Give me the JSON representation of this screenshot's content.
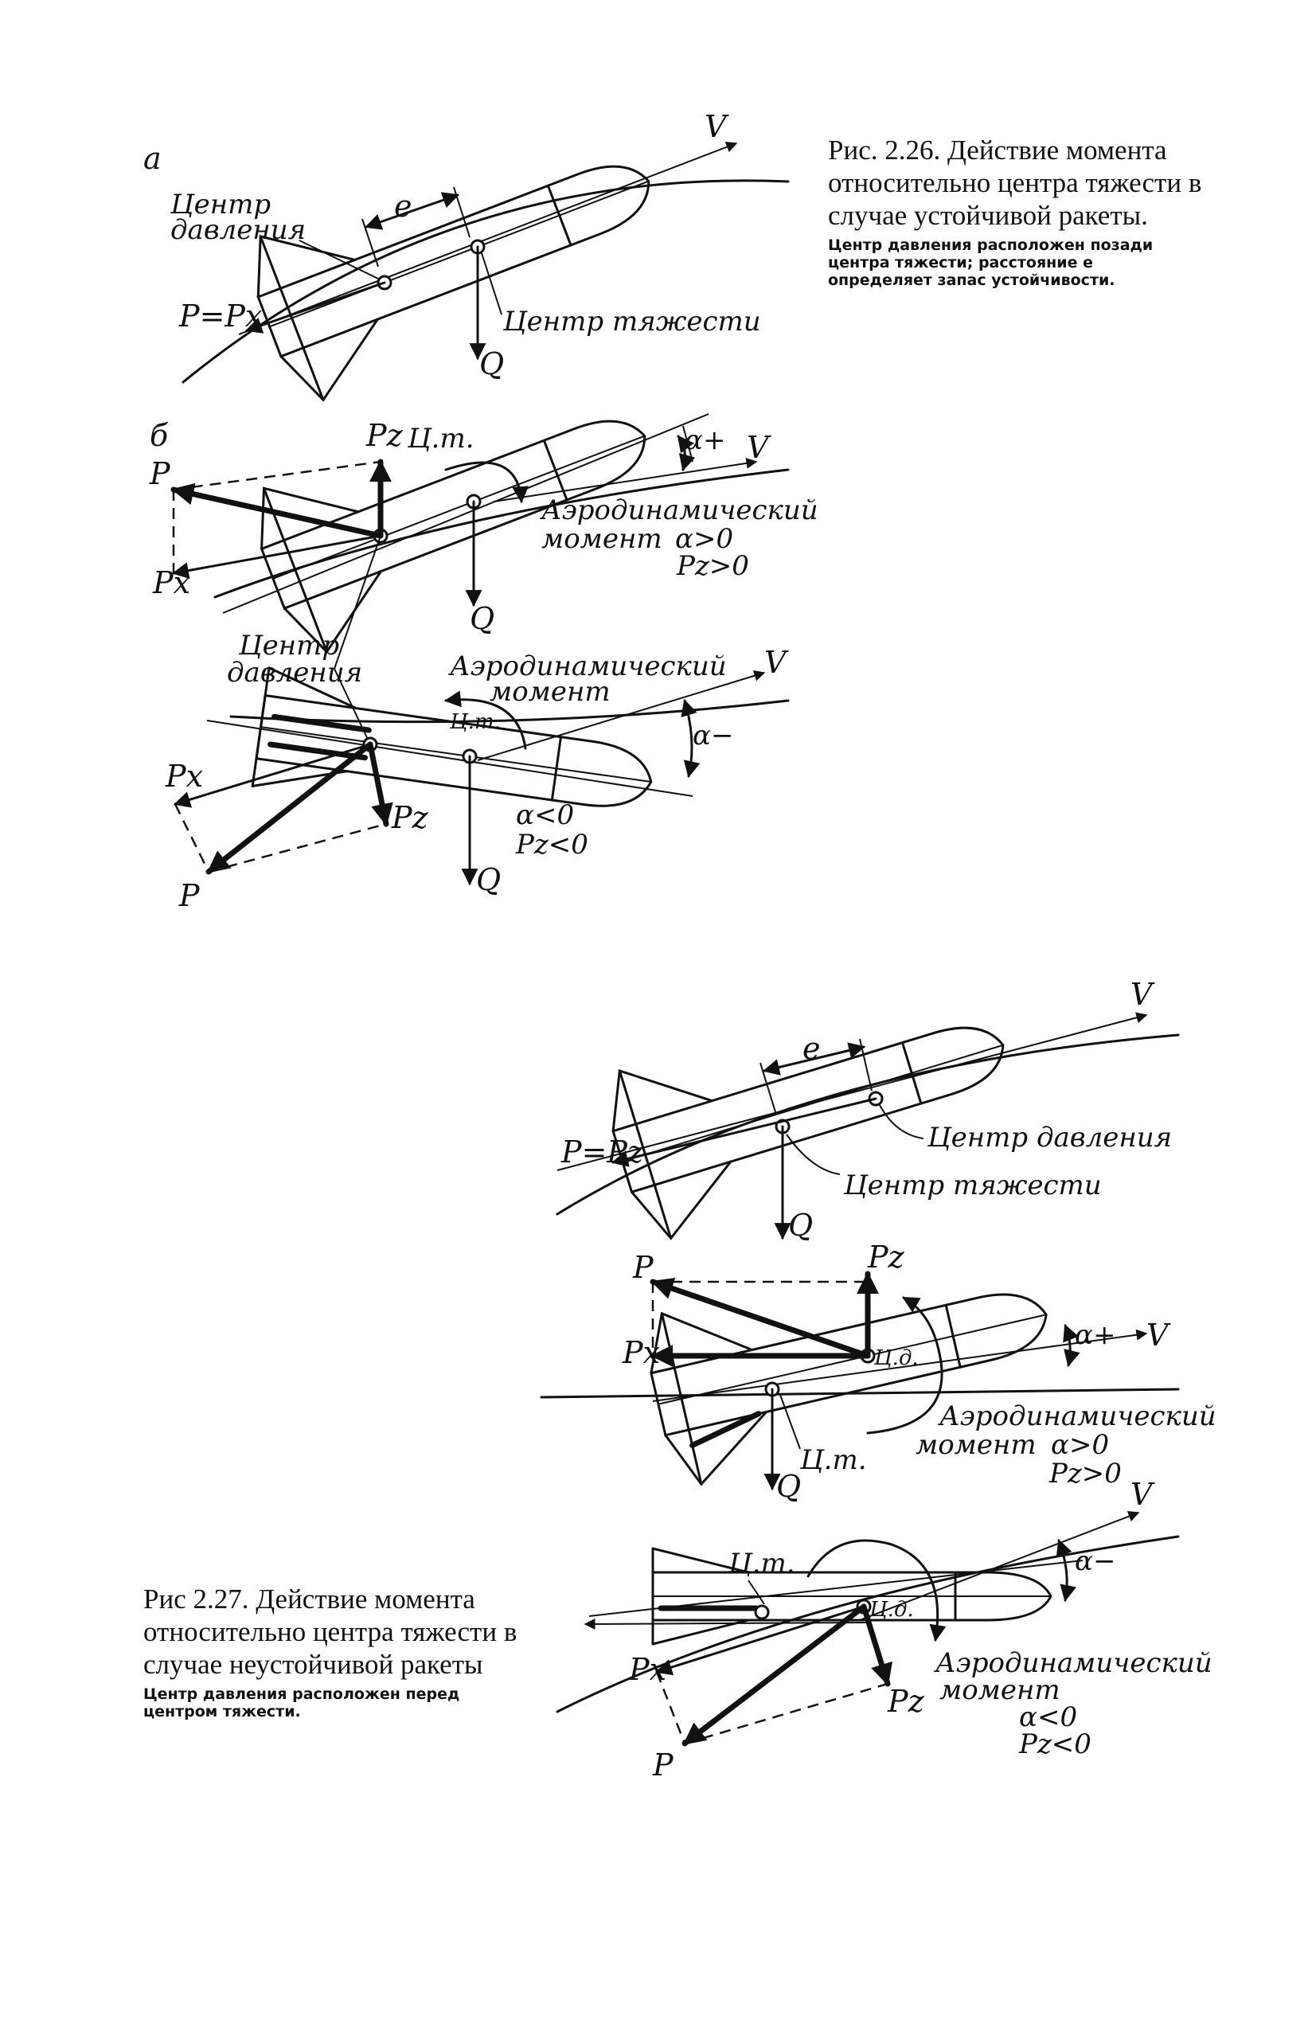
{
  "fig26": {
    "caption_title": "Рис. 2.26. Действие момента относительно центра тяжести в случае устойчивой ракеты.",
    "caption_note": "Центр давления расположен позади центра тяжести; расстояние e определяет запас устойчивости.",
    "labels": {
      "panel_a": "a",
      "panel_b": "б",
      "center_pressure": "Центр давления",
      "center_pressure_a1": "Центр",
      "center_pressure_a2": "давления",
      "center_gravity": "Центр тяжести",
      "e": "e",
      "V": "V",
      "P_eq_Px": "P=Px",
      "Q": "Q",
      "P": "P",
      "Pz": "Pz",
      "Px": "Px",
      "cg_short": "Ц.т.",
      "alpha_plus": "α+",
      "alpha_minus": "α−",
      "aero_moment_1": "Аэродинамический",
      "aero_moment_2": "момент",
      "cond_pos_a": "α>0",
      "cond_pos_p": "Pz>0",
      "cond_neg_a": "α<0",
      "cond_neg_p": "Pz<0"
    }
  },
  "fig27": {
    "caption_title": "Рис 2.27. Действие момента относительно центра тяжести в случае неустойчивой ракеты",
    "caption_note": "Центр давления расположен перед центром тяжести.",
    "labels": {
      "e": "e",
      "V": "V",
      "P_eq_Pz": "P=Pz",
      "center_pressure": "Центр давления",
      "center_gravity": "Центр тяжести",
      "Q": "Q",
      "P": "P",
      "Pz": "Pz",
      "Px": "Px",
      "cp_short": "Ц.д.",
      "cg_short": "Ц.т.",
      "alpha_plus": "α+",
      "alpha_minus": "α−",
      "aero_moment_1": "Аэродинамический",
      "aero_moment_2": "момент",
      "cond_pos_a": "α>0",
      "cond_pos_p": "Pz>0",
      "cond_neg_a": "α<0",
      "cond_neg_p": "Pz<0"
    }
  }
}
